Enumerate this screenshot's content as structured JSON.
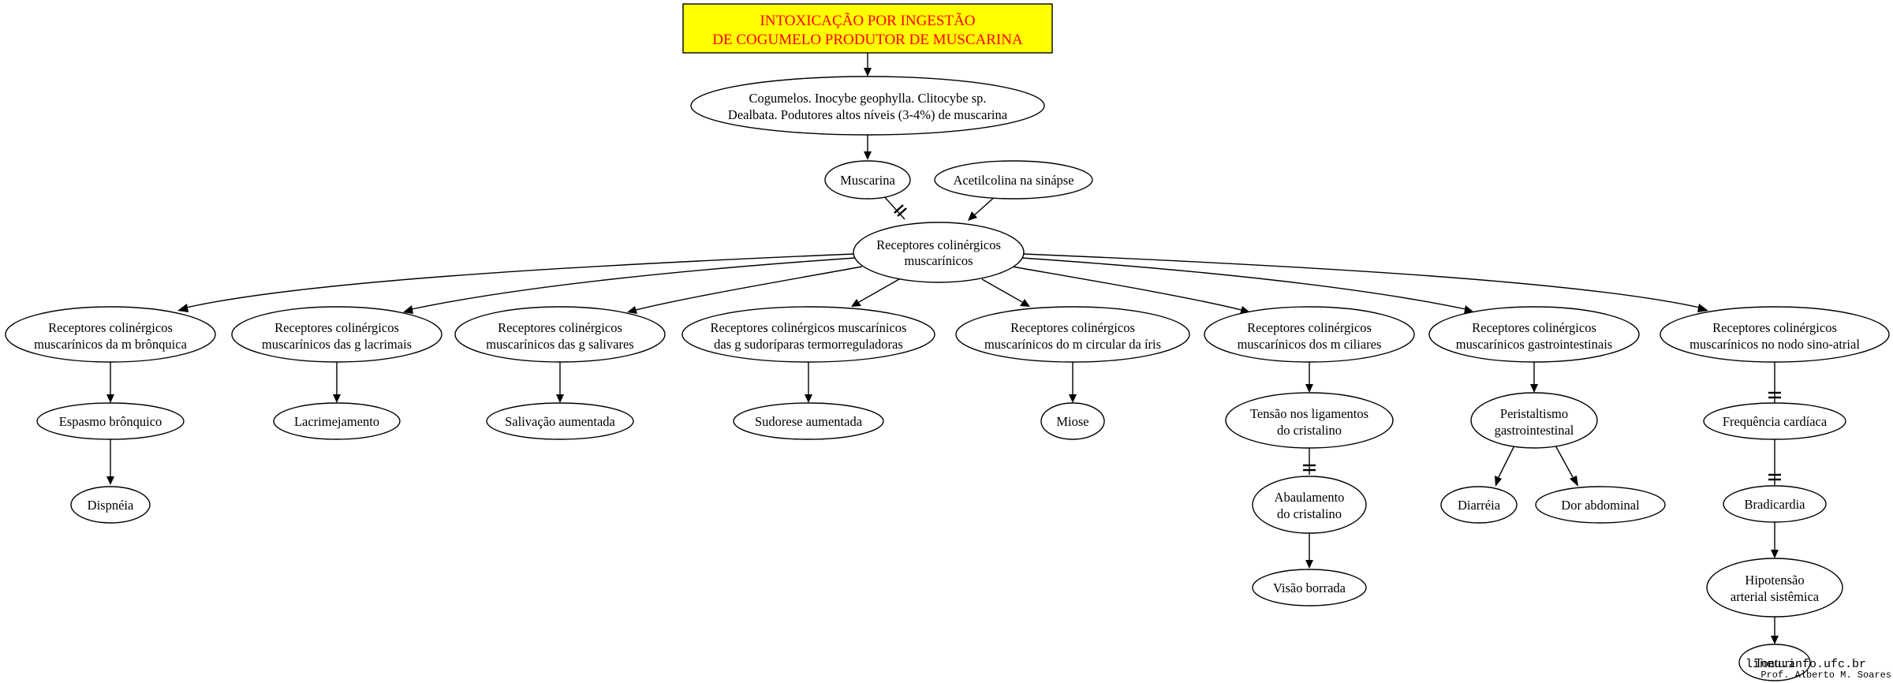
{
  "title": {
    "line1": "INTOXICAÇÃO POR INGESTÃO",
    "line2": "DE COGUMELO PRODUTOR DE MUSCARINA"
  },
  "nodes": {
    "cogumelos": {
      "line1": "Cogumelos. Inocybe geophylla. Clitocybe sp.",
      "line2": "Dealbata. Podutores altos níveis (3-4%) de muscarina"
    },
    "muscarina": {
      "label": "Muscarina"
    },
    "acetilcolina": {
      "label": "Acetilcolina na sinápse"
    },
    "receptores": {
      "line1": "Receptores colinérgicos",
      "line2": "muscarínicos"
    },
    "rec_bronquica": {
      "line1": "Receptores colinérgicos",
      "line2": "muscarínicos da m brônquica"
    },
    "rec_lacrimais": {
      "line1": "Receptores colinérgicos",
      "line2": "muscarínicos das g lacrimais"
    },
    "rec_salivares": {
      "line1": "Receptores colinérgicos",
      "line2": "muscarínicos das g salivares"
    },
    "rec_sudoriparas": {
      "line1": "Receptores colinérgicos muscarínicos",
      "line2": "das g sudoríparas termorreguladoras"
    },
    "rec_iris": {
      "line1": "Receptores colinérgicos",
      "line2": "muscarínicos do m circular da íris"
    },
    "rec_ciliares": {
      "line1": "Receptores colinérgicos",
      "line2": "muscarínicos dos m ciliares"
    },
    "rec_gastro": {
      "line1": "Receptores colinérgicos",
      "line2": "muscarínicos gastrointestinais"
    },
    "rec_sinoatrial": {
      "line1": "Receptores colinérgicos",
      "line2": "muscarínicos no nodo sino-atrial"
    },
    "espasmo": {
      "label": "Espasmo brônquico"
    },
    "dispneia": {
      "label": "Dispnéia"
    },
    "lacrimejamento": {
      "label": "Lacrimejamento"
    },
    "salivacao": {
      "label": "Salivação aumentada"
    },
    "sudorese": {
      "label": "Sudorese aumentada"
    },
    "miose": {
      "label": "Miose"
    },
    "tensao": {
      "line1": "Tensão nos ligamentos",
      "line2": "do cristalino"
    },
    "abaulamento": {
      "line1": "Abaulamento",
      "line2": "do cristalino"
    },
    "visao": {
      "label": "Visão borrada"
    },
    "peristaltismo": {
      "line1": "Peristaltismo",
      "line2": "gastrointestinal"
    },
    "diarreia": {
      "label": "Diarréia"
    },
    "dor": {
      "label": "Dor abdominal"
    },
    "frequencia": {
      "label": "Frequência cardíaca"
    },
    "bradicardia": {
      "label": "Bradicardia"
    },
    "hipotensao": {
      "line1": "Hipotensão",
      "line2": "arterial sistêmica"
    },
    "tontura": {
      "label": "Tontura"
    }
  },
  "credits": {
    "site": "lineu.info.ufc.br",
    "author": "Prof. Alberto M. Soares"
  },
  "edge_styles": {
    "normal": "arrow",
    "decrease": "double-bar"
  }
}
